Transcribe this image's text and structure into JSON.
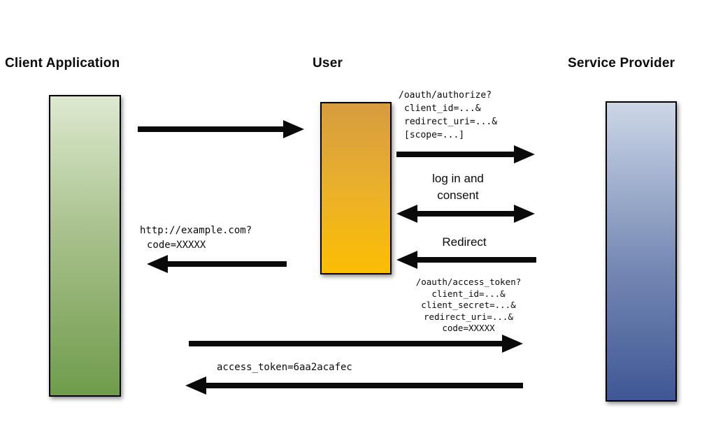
{
  "actors": {
    "client": {
      "label": "Client Application"
    },
    "user": {
      "label": "User"
    },
    "service": {
      "label": "Service Provider"
    }
  },
  "messages": {
    "authorize": {
      "lines": [
        "/oauth/authorize?",
        "client_id=...&",
        "redirect_uri=...&",
        "[scope=...]"
      ]
    },
    "login_consent": {
      "lines": [
        "log in and",
        "consent"
      ]
    },
    "redirect": {
      "label": "Redirect"
    },
    "callback": {
      "lines": [
        "http://example.com?",
        "code=XXXXX"
      ]
    },
    "access_token_request": {
      "lines": [
        "/oauth/access_token?",
        "client_id=...&",
        "client_secret=...&",
        "redirect_uri=...&",
        "code=XXXXX"
      ]
    },
    "access_token_response": {
      "label": "access_token=6aa2acafec"
    }
  },
  "colors": {
    "client_gradient_top": "#dde9d0",
    "client_gradient_bottom": "#6f9c4b",
    "user_gradient_top": "#d69c3f",
    "user_gradient_bottom": "#fcbe03",
    "service_gradient_top": "#ccd6e7",
    "service_gradient_bottom": "#3f5795",
    "arrow": "#0a0a0a",
    "bar_border": "#000000",
    "background": "#ffffff"
  }
}
